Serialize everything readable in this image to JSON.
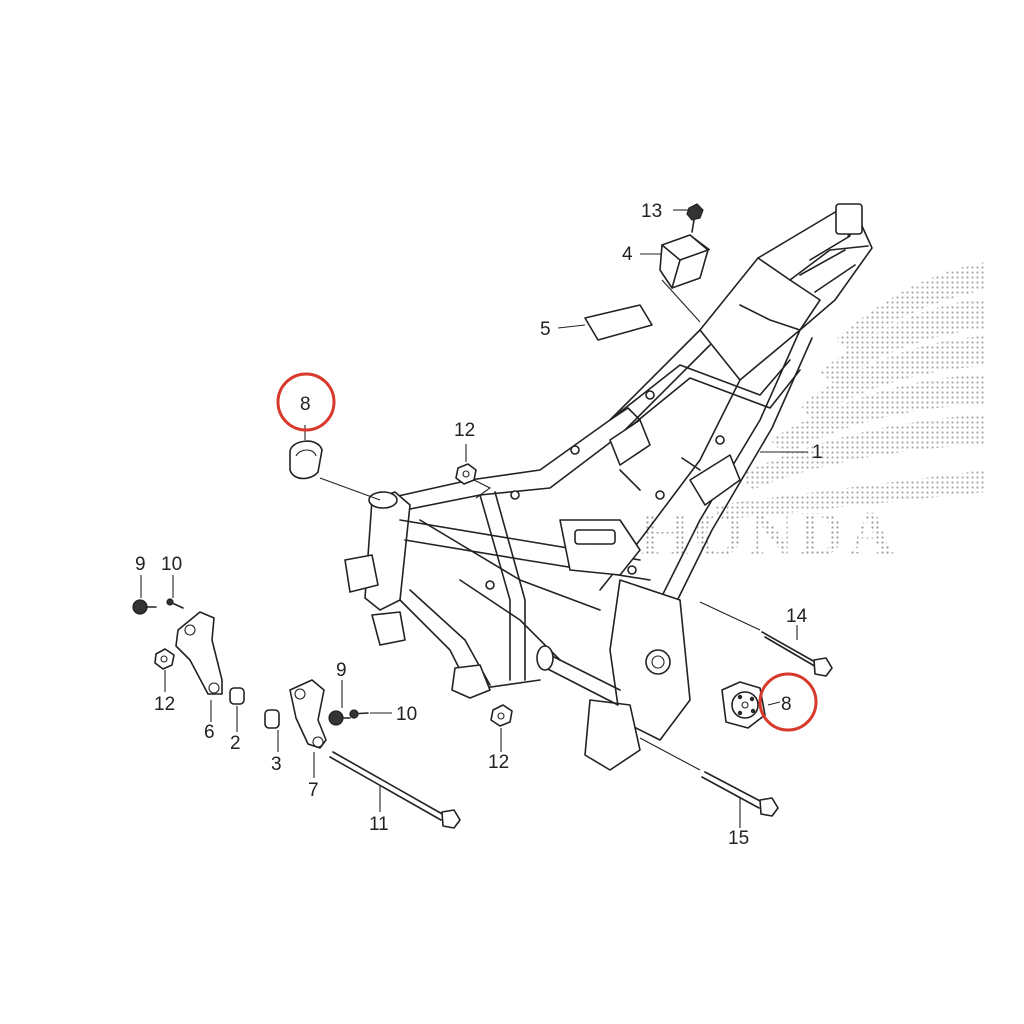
{
  "diagram": {
    "watermark": {
      "brand_text": "HONDA",
      "color": "#9a9a9a"
    },
    "highlight_color": "#d9392b",
    "callouts": [
      {
        "id": "c1",
        "label": "1"
      },
      {
        "id": "c2",
        "label": "2"
      },
      {
        "id": "c3",
        "label": "3"
      },
      {
        "id": "c4",
        "label": "4"
      },
      {
        "id": "c5",
        "label": "5"
      },
      {
        "id": "c6",
        "label": "6"
      },
      {
        "id": "c7",
        "label": "7"
      },
      {
        "id": "c8a",
        "label": "8",
        "highlighted": true
      },
      {
        "id": "c8b",
        "label": "8",
        "highlighted": true
      },
      {
        "id": "c9a",
        "label": "9"
      },
      {
        "id": "c9b",
        "label": "9"
      },
      {
        "id": "c10a",
        "label": "10"
      },
      {
        "id": "c10b",
        "label": "10"
      },
      {
        "id": "c11",
        "label": "11"
      },
      {
        "id": "c12a",
        "label": "12"
      },
      {
        "id": "c12b",
        "label": "12"
      },
      {
        "id": "c12c",
        "label": "12"
      },
      {
        "id": "c13",
        "label": "13"
      },
      {
        "id": "c14",
        "label": "14"
      },
      {
        "id": "c15",
        "label": "15"
      }
    ]
  }
}
